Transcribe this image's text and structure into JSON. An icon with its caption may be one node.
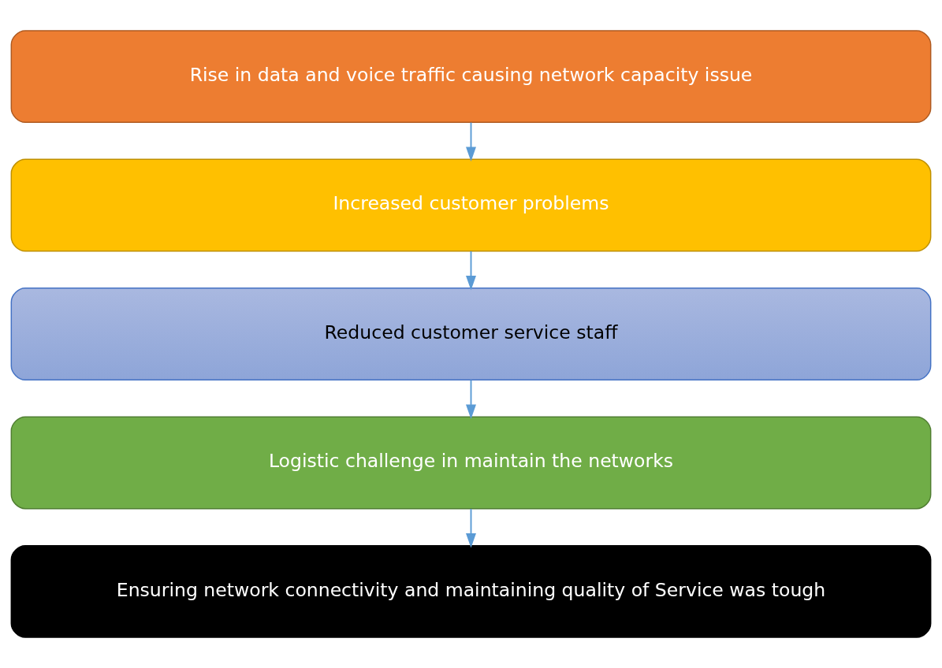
{
  "diagram": {
    "nodes": [
      {
        "text": [
          "Rise in data and voice traffic causing network capacity issue"
        ]
      },
      {
        "text": [
          "Increased customer problems"
        ]
      },
      {
        "text": [
          "Reduced customer service staff"
        ]
      },
      {
        "text": [
          "Logistic challenge in maintain the networks"
        ]
      },
      {
        "text": [
          "Ensuring network connectivity and maintaining quality of Service was tough"
        ]
      }
    ],
    "edges": [
      {
        "from": 0,
        "to": 1,
        "arrow": "to"
      },
      {
        "from": 1,
        "to": 2,
        "arrow": "to"
      },
      {
        "from": 2,
        "to": 3,
        "arrow": "to"
      },
      {
        "from": 3,
        "to": 4,
        "arrow": "to"
      }
    ]
  }
}
